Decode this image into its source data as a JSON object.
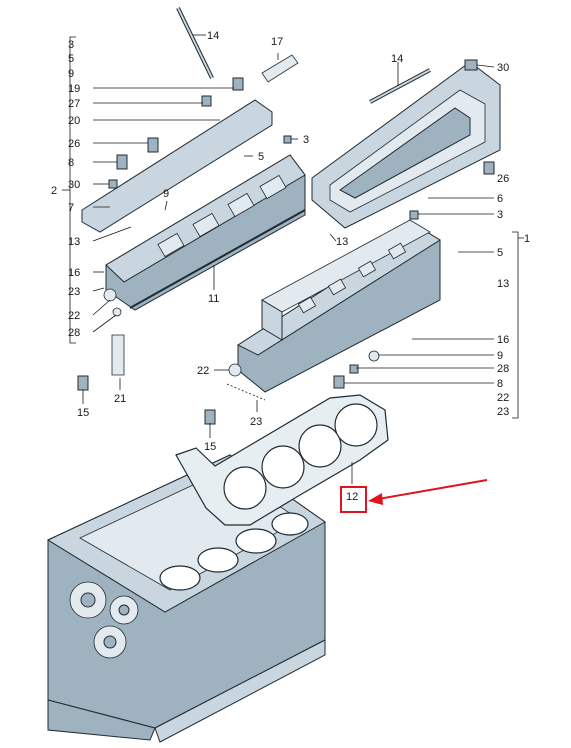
{
  "callouts": {
    "c14a": "14",
    "c17": "17",
    "c19": "19",
    "c27": "27",
    "c20": "20",
    "c26a": "26",
    "c8a": "8",
    "c30a": "30",
    "c7": "7",
    "c13a": "13",
    "c16a": "16",
    "c23a": "23",
    "c22a": "22",
    "c28a": "28",
    "c21": "21",
    "c15a": "15",
    "c9a": "9",
    "c5a": "5",
    "c3a": "3",
    "c11": "11",
    "c14b": "14",
    "c30b": "30",
    "c26b": "26",
    "c6": "6",
    "c3b": "3",
    "c13b": "13",
    "c5b": "5",
    "c16b": "16",
    "c9b": "9",
    "c28b": "28",
    "c8b": "8",
    "c22b": "22",
    "c23b": "23",
    "c15b": "15",
    "c12": "12"
  },
  "group_left": {
    "label": "2",
    "items": [
      "3",
      "5",
      "9",
      "19",
      "27",
      "20",
      "26",
      "8",
      "30",
      "7",
      "13",
      "16",
      "23",
      "22",
      "28"
    ]
  },
  "group_right": {
    "label": "1",
    "items": [
      "13",
      "16",
      "9",
      "28",
      "8",
      "22",
      "23"
    ]
  },
  "colors": {
    "highlight_box": "#e0141e",
    "arrow": "#e0141e",
    "metal": "#c9d6df",
    "linework": "#1f2b33"
  }
}
